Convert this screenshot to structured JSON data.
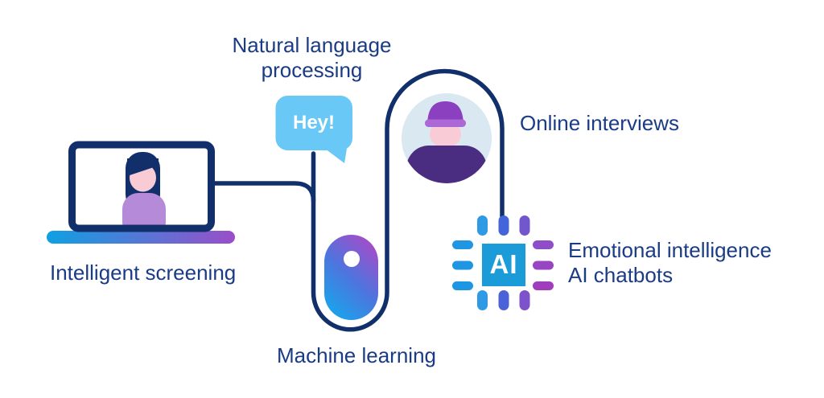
{
  "diagram": {
    "nodes": {
      "intelligent_screening": {
        "label": "Intelligent screening",
        "icon": "laptop-icon"
      },
      "natural_language_processing": {
        "label": "Natural language processing",
        "icon": "speech-bubble-icon",
        "bubble_text": "Hey!"
      },
      "machine_learning": {
        "label": "Machine learning",
        "icon": "mouse-icon"
      },
      "online_interviews": {
        "label": "Online interviews",
        "icon": "avatar-icon"
      },
      "ai_chatbots": {
        "label_line1": "Emotional intelligence",
        "label_line2": "AI chatbots",
        "icon": "ai-chip-icon",
        "chip_text": "AI"
      }
    },
    "colors": {
      "line_navy": "#11306B",
      "text_navy": "#1A3B85",
      "bubble_blue": "#69C8F5",
      "chip_blue": "#1C9BD9",
      "laptop_base_gradient_start": "#0FA0E2",
      "laptop_base_gradient_end": "#9A4EC9",
      "mouse_gradient_purple": "#A84BC8",
      "mouse_gradient_blue": "#17A6EC",
      "avatar_circle": "#DAE8F2",
      "skin_pink": "#F9CBD6",
      "person_body_light_purple": "#B58BD9",
      "person_body_dark_purple": "#4A2C80",
      "beanie_purple": "#8B40BF"
    }
  }
}
